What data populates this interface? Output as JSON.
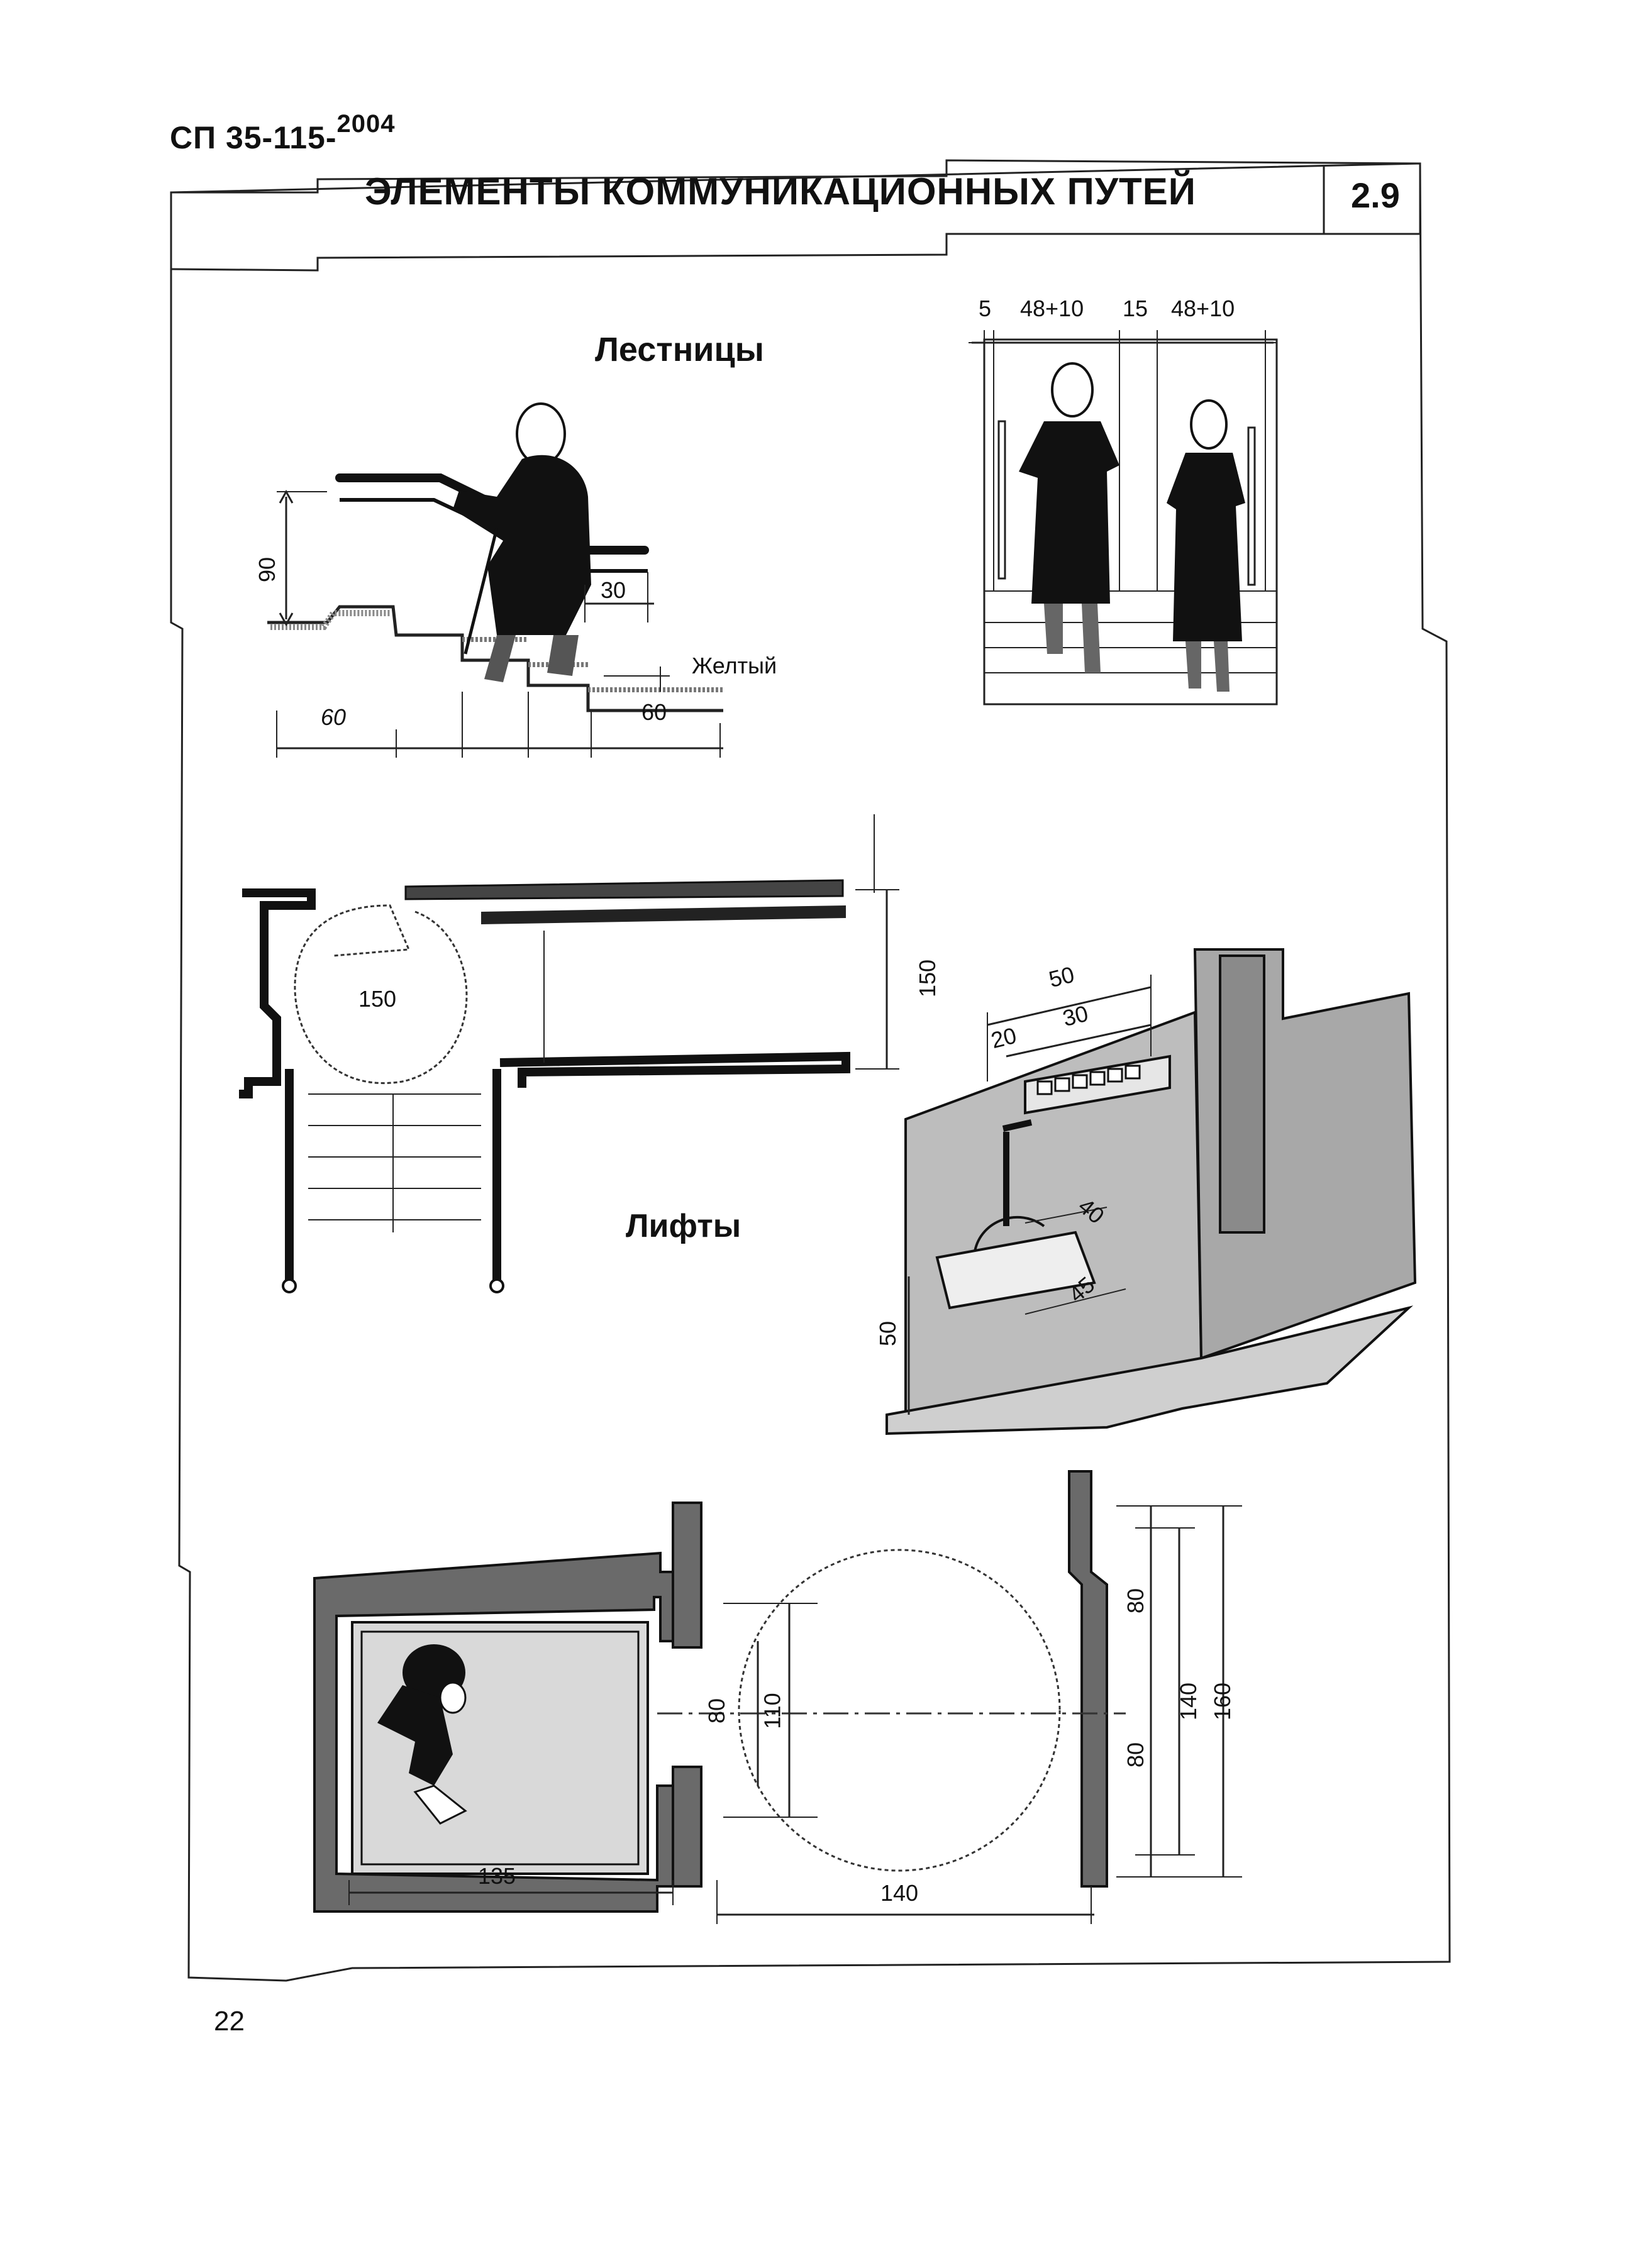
{
  "header": {
    "doc_code": "СП 35-115-",
    "doc_year": "2004",
    "title": "ЭЛЕМЕНТЫ КОММУНИКАЦИОННЫХ ПУТЕЙ",
    "section_number": "2.9"
  },
  "stairs": {
    "label": "Лестницы",
    "handrail_height": "90",
    "handrail_extension": "30",
    "marking_color": "Желтый",
    "approach_left": "60",
    "approach_right": "60",
    "front_dims": [
      "5",
      "48+10",
      "15",
      "48+10"
    ]
  },
  "lifts": {
    "label": "Лифты",
    "turning_circle": "150",
    "landing_depth": "150",
    "panel_width": "50",
    "panel_offset_a": "20",
    "panel_offset_b": "30",
    "seat_depth": "40",
    "seat_width": "45",
    "seat_height": "50"
  },
  "plan": {
    "cabin_depth": "135",
    "lobby_depth": "140",
    "door_width": "80",
    "circle_label": "110",
    "right_dims": [
      "80",
      "80",
      "140",
      "160"
    ]
  },
  "footer": {
    "page_number": "22"
  }
}
